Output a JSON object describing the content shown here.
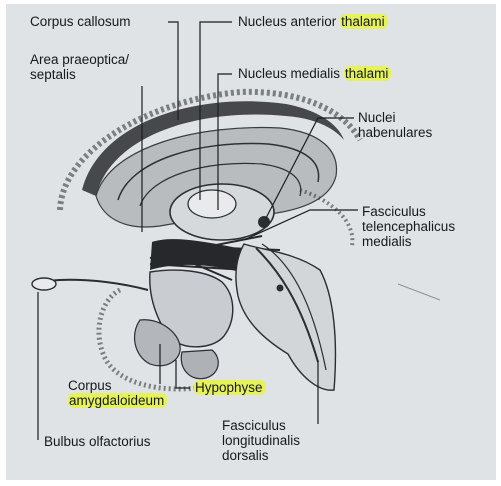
{
  "figure": {
    "labels": {
      "corpus_callosum": "Corpus callosum",
      "area_praeoptica_line1": "Area praeoptica/",
      "area_praeoptica_line2": "septalis",
      "nucleus_anterior": "Nucleus anterior",
      "nucleus_anterior_hl": "thalami",
      "nucleus_medialis": "Nucleus medialis",
      "nucleus_medialis_hl": "thalami",
      "nuclei_habenulares_line1": "Nuclei",
      "nuclei_habenulares_line2": "habenulares",
      "fasciculus_telen_line1": "Fasciculus",
      "fasciculus_telen_line2": "telencephalicus",
      "fasciculus_telen_line3": "medialis",
      "corpus_amygdaloideum_line1": "Corpus",
      "corpus_amygdaloideum_line2": "amygdaloideum",
      "hypophyse": "Hypophyse",
      "bulbus_olfactorius": "Bulbus olfactorius",
      "fasciculus_long_line1": "Fasciculus",
      "fasciculus_long_line2": "longitudinalis",
      "fasciculus_long_line3": "dorsalis"
    },
    "highlight_color": "#e6f25a",
    "paper_color": "#dfe3e6"
  }
}
